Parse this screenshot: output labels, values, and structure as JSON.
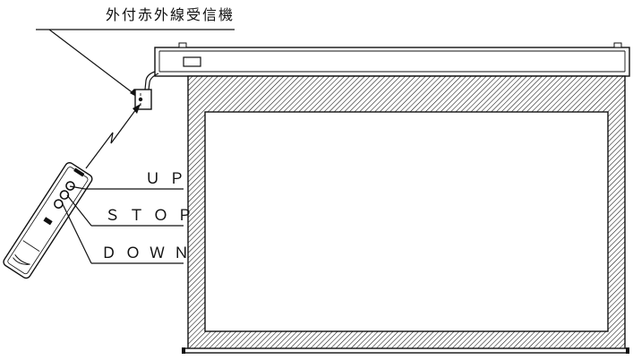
{
  "diagram": {
    "receiver_label": "外付赤外線受信機",
    "remote_buttons": [
      {
        "label": "ＵＰ"
      },
      {
        "label": "ＳＴＯＰ"
      },
      {
        "label": "ＤＯＷＮ"
      }
    ]
  }
}
